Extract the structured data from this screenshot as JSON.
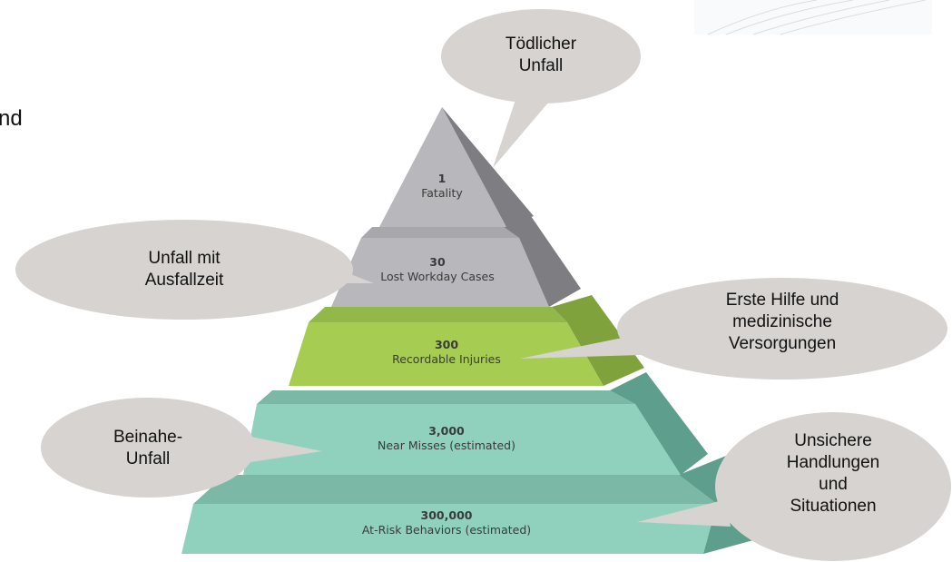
{
  "edge_text": "nd",
  "pyramid": {
    "levels": [
      {
        "number": "1",
        "label": "Fatality"
      },
      {
        "number": "30",
        "label": "Lost Workday Cases"
      },
      {
        "number": "300",
        "label": "Recordable Injuries"
      },
      {
        "number": "3,000",
        "label": "Near Misses (estimated)"
      },
      {
        "number": "300,000",
        "label": "At-Risk Behaviors (estimated)"
      }
    ]
  },
  "callouts": [
    {
      "text": "Tödlicher\nUnfall"
    },
    {
      "text": "Unfall mit\nAusfallzeit"
    },
    {
      "text": "Erste Hilfe und\nmedizinische\nVersorgungen"
    },
    {
      "text": "Beinahe-\nUnfall"
    },
    {
      "text": "Unsichere\nHandlungen\nund\nSituationen"
    }
  ],
  "colors": {
    "gray_tier": "#b8b8bc",
    "gray_side": "#7d7d82",
    "green_tier": "#a7cc52",
    "green_side": "#7fa23c",
    "teal_tier": "#8fd1bd",
    "teal_side": "#5e9e8c",
    "bubble": "#d6d3d0"
  }
}
